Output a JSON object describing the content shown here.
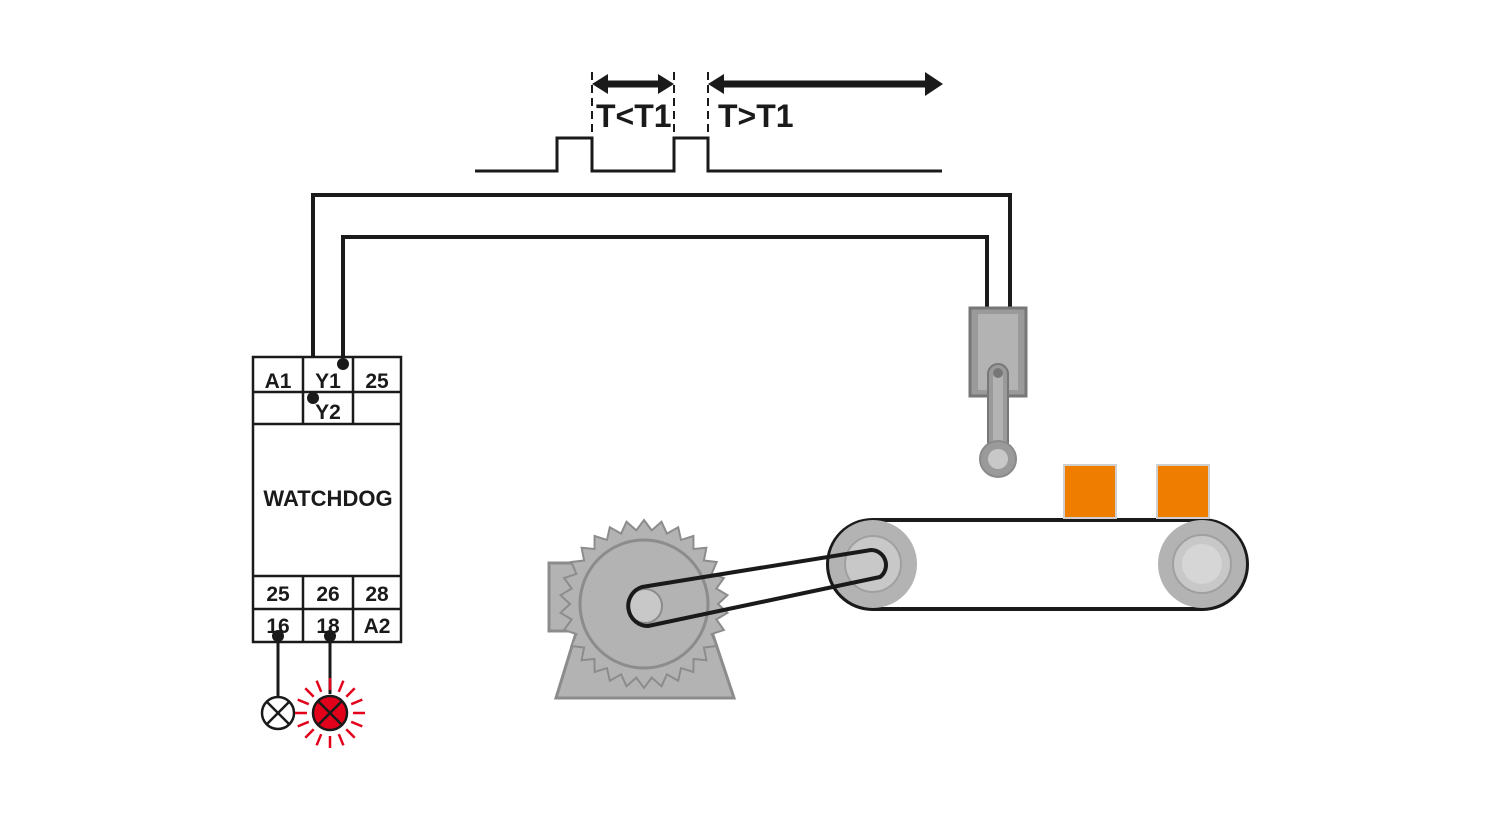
{
  "timing": {
    "short_label": "T<T1",
    "long_label": "T>T1"
  },
  "relay": {
    "title": "WATCHDOG",
    "top_terminals": [
      "A1",
      "Y1",
      "25"
    ],
    "second_row_terminals": [
      "",
      "Y2",
      ""
    ],
    "bottom_row1": [
      "25",
      "26",
      "28"
    ],
    "bottom_row2": [
      "16",
      "18",
      "A2"
    ]
  },
  "lamps": [
    {
      "name": "lamp-16",
      "state": "off"
    },
    {
      "name": "lamp-18",
      "state": "on",
      "color": "#e3001b"
    }
  ],
  "colors": {
    "line": "#1a1a1a",
    "machine_gray": "#b3b3b3",
    "machine_dark": "#8c8c8c",
    "box_orange": "#ef7d00",
    "lamp_red": "#e3001b"
  }
}
